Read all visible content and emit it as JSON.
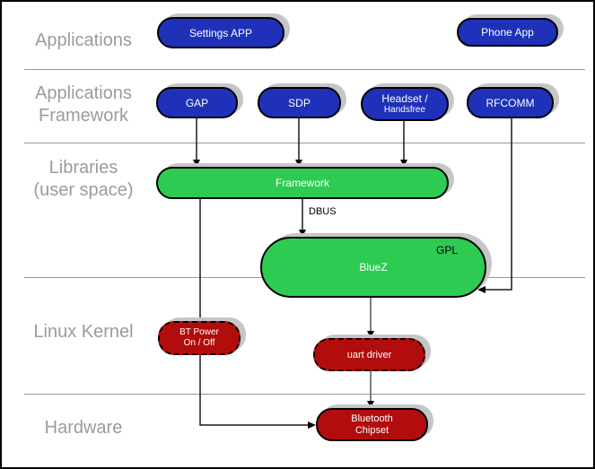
{
  "colors": {
    "node_blue": "#1e31b8",
    "node_green": "#2ecb52",
    "node_red": "#b20d0d",
    "label_gray": "#9b9b9b",
    "divider_gray": "#999999",
    "shadow_gray": "#c6c6c6",
    "pill_text": "#ffffff",
    "annotation_text": "#000000"
  },
  "layers": {
    "applications": {
      "line1": "Applications"
    },
    "applications_framework": {
      "line1": "Applications",
      "line2": "Framework"
    },
    "libraries": {
      "line1": "Libraries",
      "line2": "(user space)"
    },
    "linux_kernel": {
      "line1": "Linux Kernel"
    },
    "hardware": {
      "line1": "Hardware"
    }
  },
  "nodes": {
    "settings_app": {
      "label": "Settings APP"
    },
    "phone_app": {
      "label": "Phone App"
    },
    "gap": {
      "label": "GAP"
    },
    "sdp": {
      "label": "SDP"
    },
    "headset": {
      "line1": "Headset /",
      "line2": "Handsfree"
    },
    "rfcomm": {
      "label": "RFCOMM"
    },
    "framework": {
      "label": "Framework"
    },
    "bluez": {
      "label": "BlueZ",
      "license": "GPL"
    },
    "bt_power": {
      "line1": "BT Power",
      "line2": "On / Off"
    },
    "uart_driver": {
      "label": "uart driver"
    },
    "bluetooth_chipset": {
      "line1": "Bluetooth",
      "line2": "Chipset"
    }
  },
  "annotations": {
    "dbus": "DBUS"
  }
}
